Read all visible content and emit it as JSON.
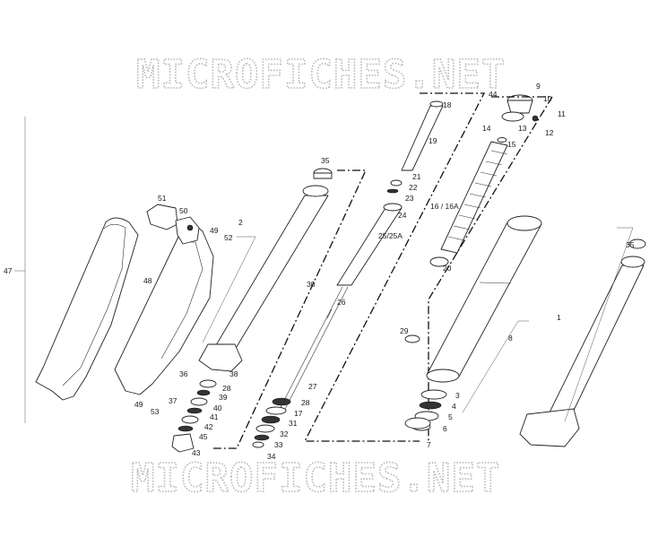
{
  "watermark": {
    "text": "MICROFICHES.NET"
  },
  "callouts": {
    "c1": "1",
    "c2": "2",
    "c3": "3",
    "c4": "4",
    "c5": "5",
    "c6": "6",
    "c7": "7",
    "c8": "8",
    "c9": "9",
    "c10": "10",
    "c11": "11",
    "c12": "12",
    "c13": "13",
    "c14": "14",
    "c15": "15",
    "c16": "16 / 16A",
    "c17": "17",
    "c18": "18",
    "c19": "19",
    "c20": "20",
    "c21": "21",
    "c22": "22",
    "c23": "23",
    "c24": "24",
    "c25": "25/25A",
    "c26": "26",
    "c27": "27",
    "c28a": "28",
    "c28b": "28",
    "c29": "29",
    "c30": "30",
    "c31": "31",
    "c32": "32",
    "c33": "33",
    "c34": "34",
    "c35a": "35",
    "c35b": "35",
    "c36": "36",
    "c37": "37",
    "c38": "38",
    "c39": "39",
    "c40": "40",
    "c41": "41",
    "c42": "42",
    "c43": "43",
    "c44": "44",
    "c45": "45",
    "c47": "47",
    "c48": "48",
    "c49a": "49",
    "c49b": "49",
    "c50": "50",
    "c51": "51",
    "c52": "52",
    "c53": "53"
  }
}
